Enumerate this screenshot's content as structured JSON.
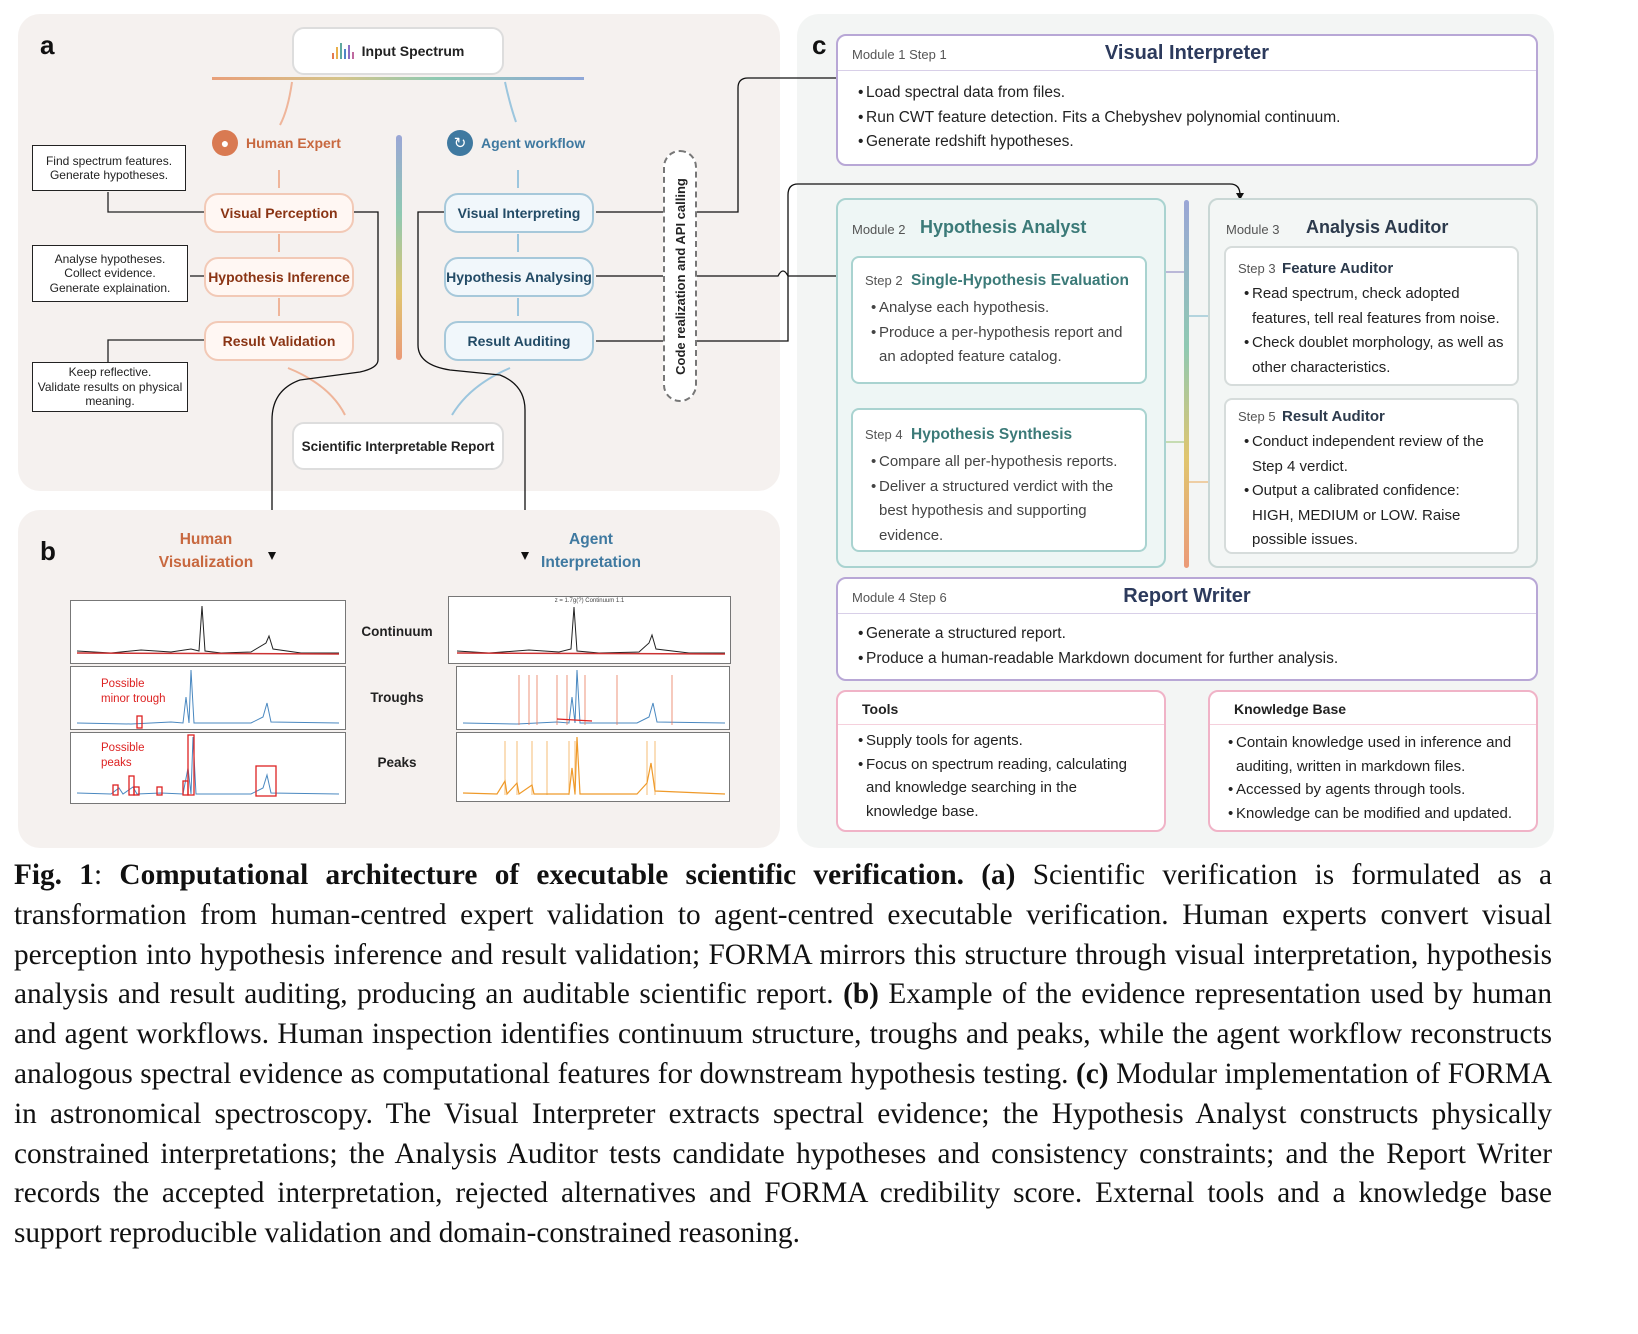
{
  "panel_a": {
    "label": "a",
    "input": "Input Spectrum",
    "human_header": "Human Expert",
    "agent_header": "Agent workflow",
    "human_steps": [
      "Visual Perception",
      "Hypothesis Inference",
      "Result Validation"
    ],
    "agent_steps": [
      "Visual Interpreting",
      "Hypothesis Analysing",
      "Result Auditing"
    ],
    "notes": [
      "Find spectrum features.\nGenerate hypotheses.",
      "Analyse hypotheses.\nCollect evidence.\nGenerate explaination.",
      "Keep reflective.\nValidate results on physical\nmeaning."
    ],
    "code_label": "Code realization and API calling",
    "report": "Scientific Interpretable Report"
  },
  "panel_b": {
    "label": "b",
    "human_title": "Human\nVisualization",
    "agent_title": "Agent\nInterpretation",
    "rows": [
      "Continuum",
      "Troughs",
      "Peaks"
    ],
    "annot_trough": "Possible\nminor trough",
    "annot_peak": "Possible\npeaks",
    "plot_title": "z = 1.7g(?) Continuum 1.1"
  },
  "panel_c": {
    "label": "c",
    "m1": {
      "step": "Module 1 Step 1",
      "title": "Visual Interpreter",
      "bullets": [
        "Load spectral data from files.",
        "Run CWT feature detection. Fits a Chebyshev polynomial continuum.",
        "Generate redshift hypotheses."
      ]
    },
    "m2": {
      "step": "Module 2",
      "title": "Hypothesis Analyst"
    },
    "s2": {
      "step": "Step 2",
      "title": "Single-Hypothesis Evaluation",
      "bullets": [
        "Analyse each hypothesis.",
        "Produce a per-hypothesis report and an adopted feature catalog."
      ]
    },
    "s4": {
      "step": "Step 4",
      "title": "Hypothesis Synthesis",
      "bullets": [
        "Compare all per-hypothesis reports.",
        "Deliver a structured verdict with the best hypothesis and supporting evidence."
      ]
    },
    "m3": {
      "step": "Module 3",
      "title": "Analysis Auditor"
    },
    "s3": {
      "step": "Step 3",
      "title": "Feature Auditor",
      "bullets": [
        "Read spectrum, check adopted features, tell real features from noise.",
        "Check doublet morphology, as well as other characteristics."
      ]
    },
    "s5": {
      "step": "Step 5",
      "title": "Result Auditor",
      "bullets": [
        "Conduct independent review of the Step 4 verdict.",
        "Output a calibrated confidence: HIGH, MEDIUM or LOW. Raise possible issues."
      ]
    },
    "m4": {
      "step": "Module 4 Step 6",
      "title": "Report Writer",
      "bullets": [
        "Generate a structured report.",
        "Produce a human-readable Markdown document for further analysis."
      ]
    },
    "tools": {
      "title": "Tools",
      "bullets": [
        "Supply tools for agents.",
        "Focus on spectrum reading, calculating and knowledge searching in the knowledge base."
      ]
    },
    "kb": {
      "title": "Knowledge Base",
      "bullets": [
        "Contain knowledge used in inference and auditing, written in markdown files.",
        "Accessed by agents through  tools.",
        "Knowledge can be modified and updated."
      ]
    }
  },
  "caption": {
    "fig": "Fig. 1",
    "title": "Computational architecture of executable scientific verification.",
    "a_label": "(a)",
    "a_text": "Scientific verification is formulated as a transformation from human-centred expert validation to agent-centred executable verification. Human experts convert visual perception into hypothesis inference and result validation; FORMA mirrors this structure through visual interpretation, hypothesis analysis and result auditing, producing an auditable scientific report.",
    "b_label": "(b)",
    "b_text": "Example of the evidence representation used by human and agent workflows. Human inspection identifies continuum structure, troughs and peaks, while the agent workflow reconstructs analogous spectral evidence as computational features for downstream hypothesis testing.",
    "c_label": "(c)",
    "c_text": "Modular implementation of FORMA in astronomical spectroscopy. The Visual Interpreter extracts spectral evidence; the Hypothesis Analyst constructs physically constrained interpretations; the Analysis Auditor tests candidate hypotheses and consistency constraints; and the Report Writer records the accepted interpretation, rejected alternatives and FORMA credibility score. External tools and a knowledge base support reproducible validation and domain-constrained reasoning."
  },
  "colors": {
    "human": "#c8683f",
    "agent": "#3f79a0",
    "module": "#b8a7d6",
    "analyst": "#3b7a78",
    "tools": "#f0b3c7"
  }
}
